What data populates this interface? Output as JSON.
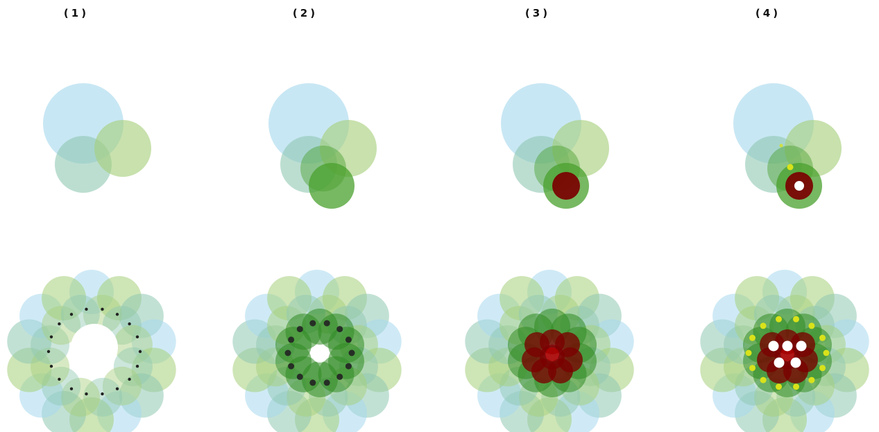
{
  "panels": [
    {
      "label": "(1)"
    },
    {
      "label": "(2)"
    },
    {
      "label": "(3)"
    },
    {
      "label": "(4)"
    }
  ],
  "colors": {
    "blue": "#a7d8ee",
    "teal": "#8fc8b2",
    "green_light": "#a6cf7a",
    "green_mid": "#4aa02e",
    "green_dark": "#2f8a22",
    "red": "#7a0000",
    "white": "#ffffff",
    "yellow": "#d9e21a",
    "black_dot": "#222222"
  }
}
